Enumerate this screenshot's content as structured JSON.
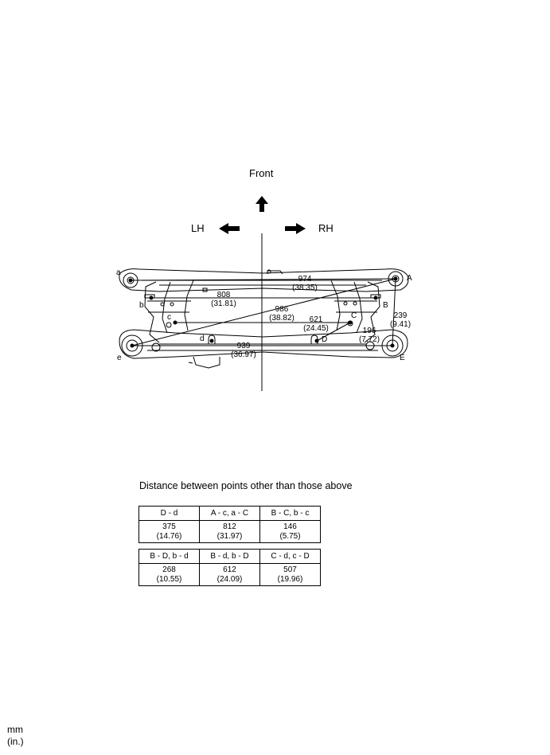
{
  "directions": {
    "front": "Front",
    "left": "LH",
    "right": "RH"
  },
  "points": {
    "a": "a",
    "b": "b",
    "c": "c",
    "d": "d",
    "e": "e",
    "A": "A",
    "B": "B",
    "C": "C",
    "D": "D",
    "E": "E"
  },
  "dimensions": [
    {
      "id": "a-A",
      "mm": "974",
      "in": "(38.35)"
    },
    {
      "id": "b-B",
      "mm": "808",
      "in": "(31.81)"
    },
    {
      "id": "e-A",
      "mm": "986",
      "in": "(38.82)"
    },
    {
      "id": "c-C",
      "mm": "621",
      "in": "(24.45)"
    },
    {
      "id": "C-D",
      "mm": "196",
      "in": "(7.72)"
    },
    {
      "id": "A-E",
      "mm": "239",
      "in": "(9.41)"
    },
    {
      "id": "e-E",
      "mm": "939",
      "in": "(36.97)"
    }
  ],
  "table": {
    "title": "Distance between points other than those above",
    "rows": [
      {
        "headers": [
          "D - d",
          "A - c, a - C",
          "B - C, b - c"
        ],
        "values": [
          [
            "375",
            "(14.76)"
          ],
          [
            "812",
            "(31.97)"
          ],
          [
            "146",
            "(5.75)"
          ]
        ]
      },
      {
        "headers": [
          "B - D, b - d",
          "B - d, b - D",
          "C - d, c - D"
        ],
        "values": [
          [
            "268",
            "(10.55)"
          ],
          [
            "612",
            "(24.09)"
          ],
          [
            "507",
            "(19.96)"
          ]
        ]
      }
    ]
  },
  "units": {
    "primary": "mm",
    "secondary": "(in.)"
  }
}
